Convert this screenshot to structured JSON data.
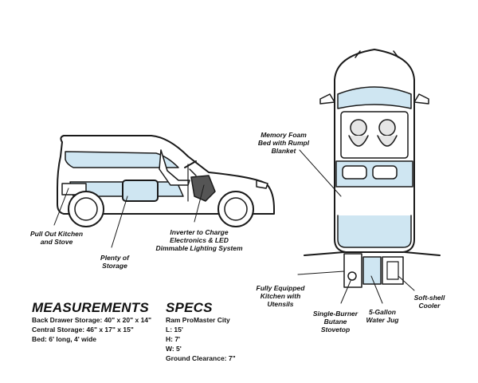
{
  "callouts": {
    "pull_out_kitchen": "Pull Out Kitchen\nand Stove",
    "plenty_storage": "Plenty of\nStorage",
    "inverter": "Inverter to Charge\nElectronics & LED\nDimmable Lighting System",
    "memory_foam": "Memory Foam\nBed with Rumpl\nBlanket",
    "kitchen_utensils": "Fully Equipped\nKitchen with\nUtensils",
    "butane_stove": "Single-Burner\nButane\nStovetop",
    "water_jug": "5-Gallon\nWater Jug",
    "cooler": "Soft-shell\nCooler"
  },
  "measurements": {
    "heading": "MEASUREMENTS",
    "lines": [
      "Back Drawer Storage: 40\" x 20\" x 14\"",
      "Central Storage: 46\" x 17\" x 15\"",
      "Bed: 6' long, 4' wide"
    ]
  },
  "specs": {
    "heading": "SPECS",
    "lines": [
      "Ram ProMaster City",
      "L: 15'",
      "H: 7'",
      "W: 5'",
      "Ground Clearance: 7\""
    ]
  },
  "colors": {
    "accent": "#cfe6f2",
    "line": "#1a1a1a"
  }
}
